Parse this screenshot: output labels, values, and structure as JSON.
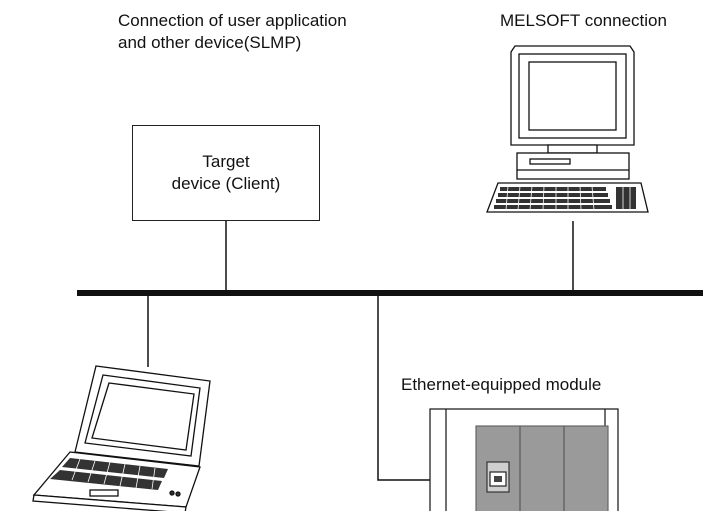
{
  "slmp_caption": {
    "line1": "Connection of user application",
    "line2": "and other device(SLMP)"
  },
  "melsoft_caption": "MELSOFT connection",
  "target_device": {
    "line1": "Target",
    "line2": "device (Client)"
  },
  "ethernet_module_caption": "Ethernet-equipped module"
}
